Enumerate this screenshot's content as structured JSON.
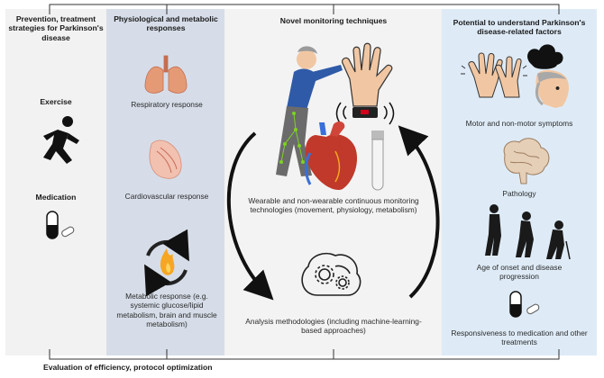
{
  "columns": {
    "prevention": {
      "title": "Prevention, treatment strategies for Parkinson's disease",
      "items": [
        "Exercise",
        "Medication"
      ]
    },
    "responses": {
      "title": "Physiological and metabolic responses",
      "items": [
        "Respiratory response",
        "Cardiovascular response",
        "Metabolic response (e.g. systemic glucose/lipid metabolism, brain and muscle metabolism)"
      ]
    },
    "monitoring": {
      "title": "Novel monitoring techniques",
      "items": [
        "Wearable and non-wearable continuous monitoring technologies (movement, physiology, metabolism)",
        "Analysis methodologies (including machine-learning-based approaches)"
      ]
    },
    "factors": {
      "title": "Potential to understand Parkinson's disease-related factors",
      "items": [
        "Motor and non-motor symptoms",
        "Pathology",
        "Age of onset and disease progression",
        "Responsiveness to medication and other treatments"
      ]
    }
  },
  "footer": "Evaluation of efficiency, protocol optimization",
  "colors": {
    "col_prevention": "#f2f2f2",
    "col_responses": "#d6dde8",
    "col_monitoring": "#f3f3f3",
    "col_factors": "#deebf7",
    "lines": "#333333"
  },
  "icons": [
    "running-person-icon",
    "pills-icon",
    "lungs-icon",
    "heart-icon",
    "metabolism-cycle-icon",
    "wearable-person-icon",
    "hand-sensor-icon",
    "heart-icon",
    "test-tube-icon",
    "gear-head-icon",
    "tremor-hands-icon",
    "head-cloud-icon",
    "brain-icon",
    "posture-progression-icon",
    "pills-icon"
  ]
}
